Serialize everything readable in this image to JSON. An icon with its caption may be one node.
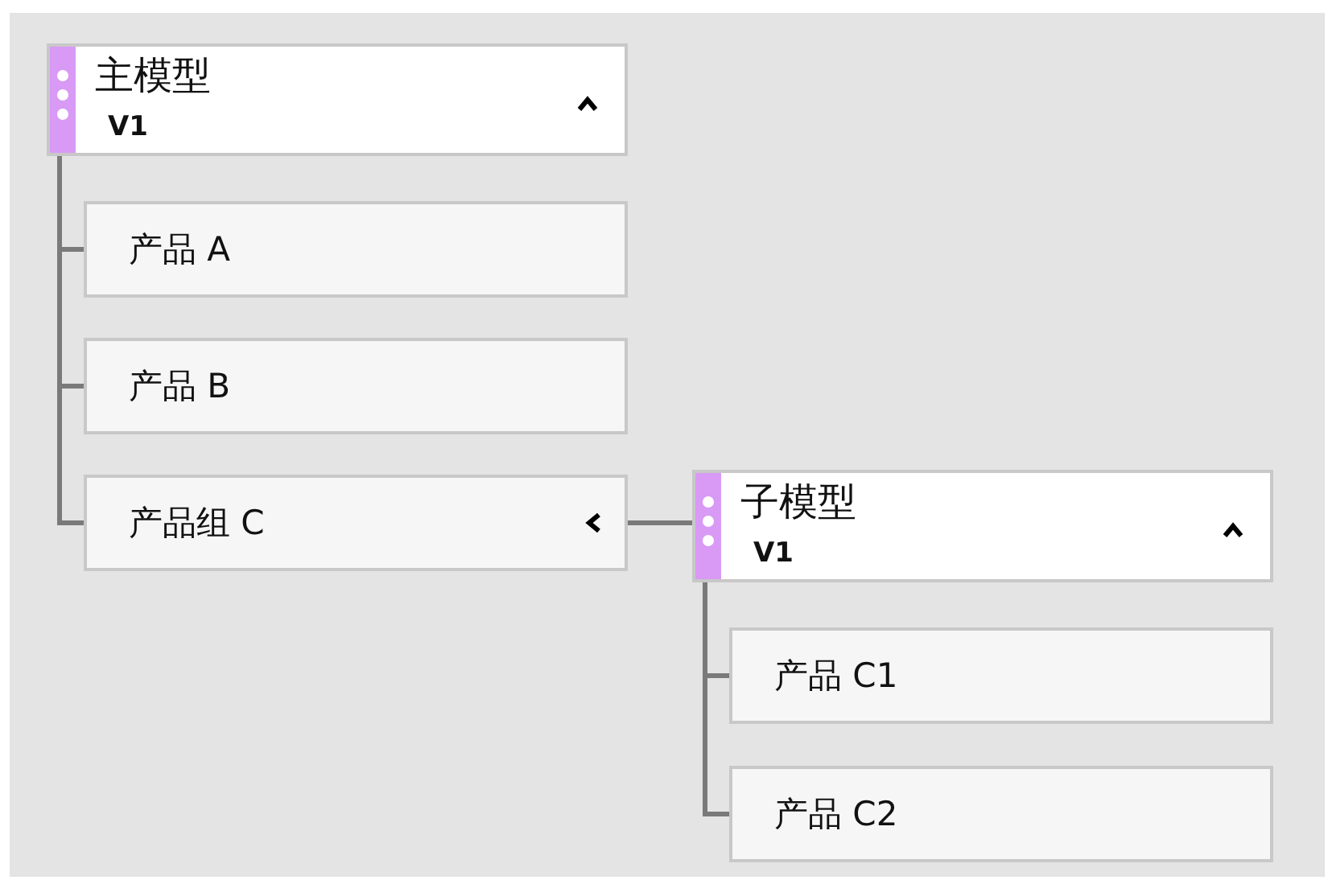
{
  "diagram": {
    "nodes": [
      {
        "text": [
          "主模型",
          "V1"
        ]
      },
      {
        "text": [
          "产品 A"
        ]
      },
      {
        "text": [
          "产品 B"
        ]
      },
      {
        "text": [
          "产品组 C"
        ]
      },
      {
        "text": [
          "子模型",
          "V1"
        ]
      },
      {
        "text": [
          "产品 C1"
        ]
      },
      {
        "text": [
          "产品 C2"
        ]
      }
    ],
    "edges": [
      {
        "from": 0,
        "to": 1,
        "arrow": "none"
      },
      {
        "from": 0,
        "to": 2,
        "arrow": "none"
      },
      {
        "from": 0,
        "to": 3,
        "arrow": "none"
      },
      {
        "from": 3,
        "to": 4,
        "arrow": "none"
      },
      {
        "from": 4,
        "to": 5,
        "arrow": "none"
      },
      {
        "from": 4,
        "to": 6,
        "arrow": "none"
      }
    ]
  }
}
